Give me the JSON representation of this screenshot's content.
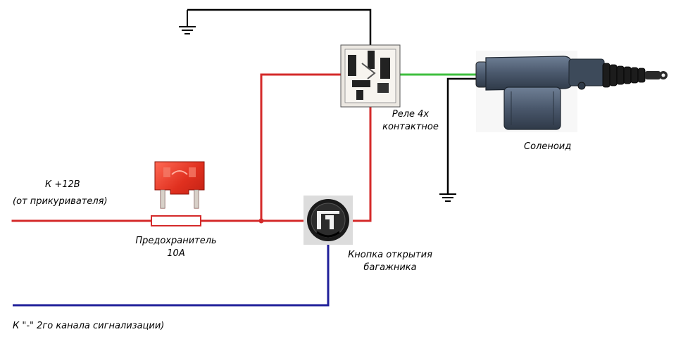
{
  "labels": {
    "power_line1": "К +12В",
    "power_line2": "(от прикуривателя)",
    "fuse_line1": "Предохранитель",
    "fuse_line2": "10А",
    "relay_line1": "Реле 4х",
    "relay_line2": "контактное",
    "solenoid": "Соленоид",
    "button_line1": "Кнопка открытия",
    "button_line2": "багажника",
    "alarm": "К \"-\" 2го канала сигнализации)"
  },
  "colors": {
    "power_wire": "#d42a2a",
    "signal_wire": "#1f1f9a",
    "ground_wire": "#000000",
    "output_wire": "#3fbf3f",
    "fuse_body": "#e23b2a"
  }
}
